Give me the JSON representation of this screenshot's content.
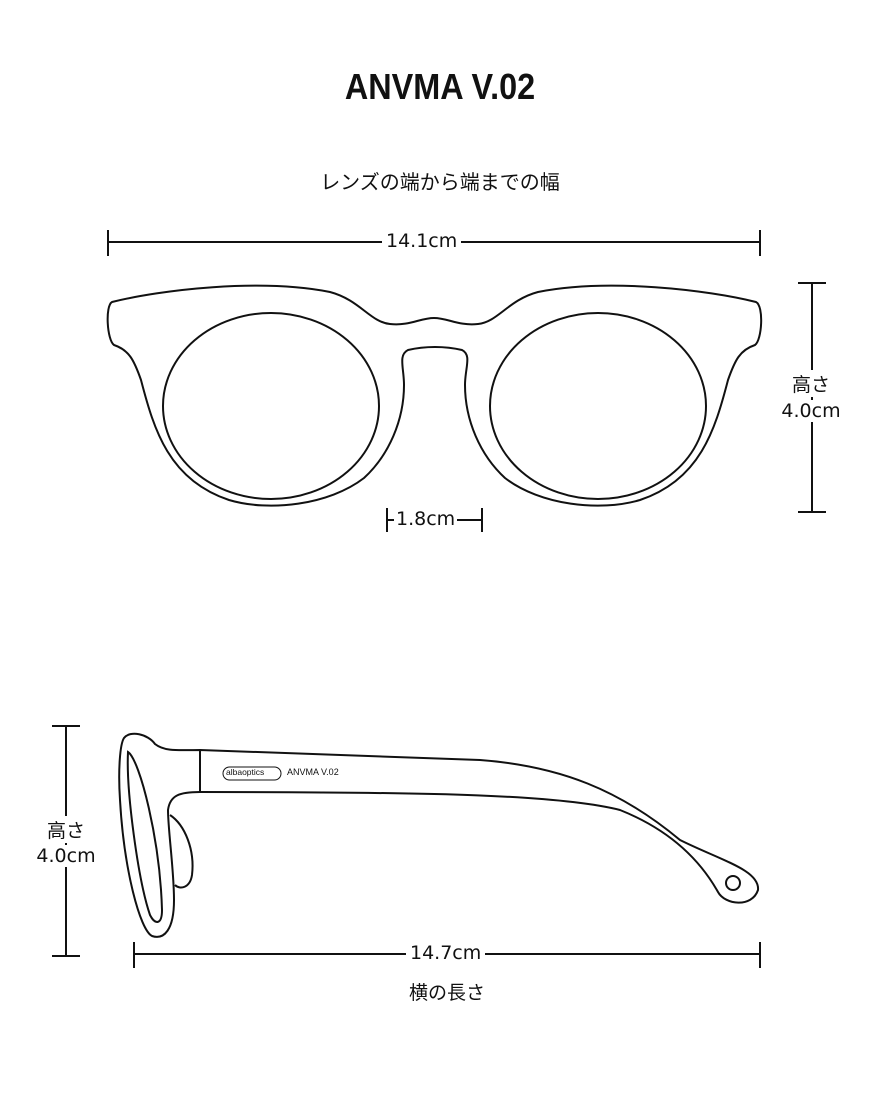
{
  "title": "ANVMA V.02",
  "front_view": {
    "caption": "レンズの端から端までの幅",
    "width": "14.1cm",
    "bridge": "1.8cm",
    "height_label": "高さ",
    "height": "4.0cm"
  },
  "side_view": {
    "height_label": "高さ",
    "height": "4.0cm",
    "length": "14.7cm",
    "length_label": "横の長さ",
    "temple_brand": "albaoptics",
    "temple_model": "ANVMA V.02"
  }
}
